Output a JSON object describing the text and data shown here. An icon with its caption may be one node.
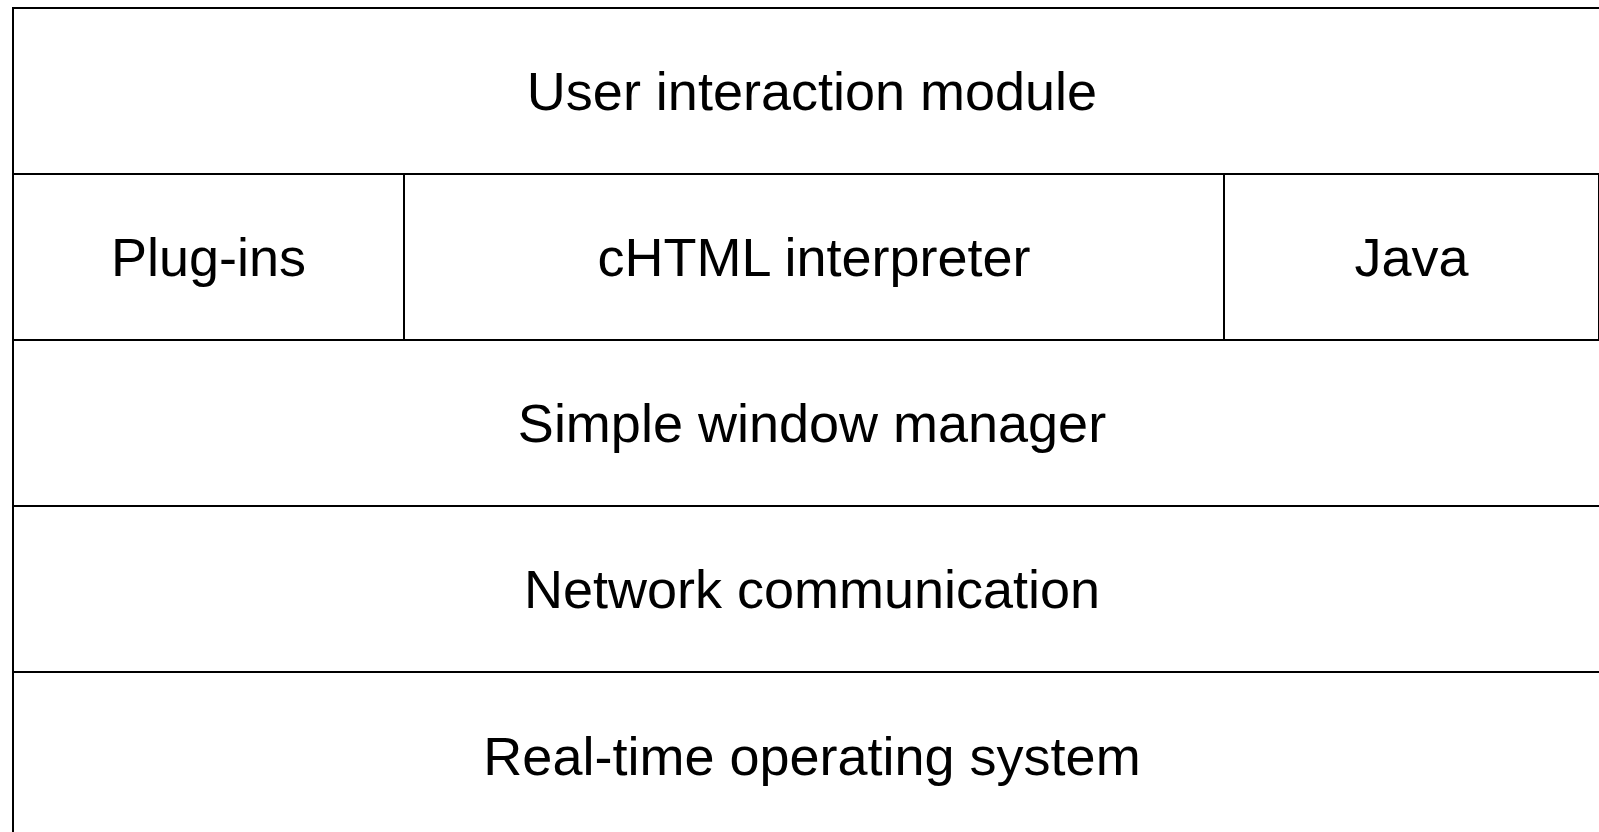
{
  "diagram": {
    "nodes": [
      {
        "text": [
          "User interaction module"
        ]
      },
      {
        "text": [
          "Plug-ins"
        ]
      },
      {
        "text": [
          "cHTML interpreter"
        ]
      },
      {
        "text": [
          "Java"
        ]
      },
      {
        "text": [
          "Simple window manager"
        ]
      },
      {
        "text": [
          "Network communication"
        ]
      },
      {
        "text": [
          "Real-time operating system"
        ]
      }
    ]
  }
}
